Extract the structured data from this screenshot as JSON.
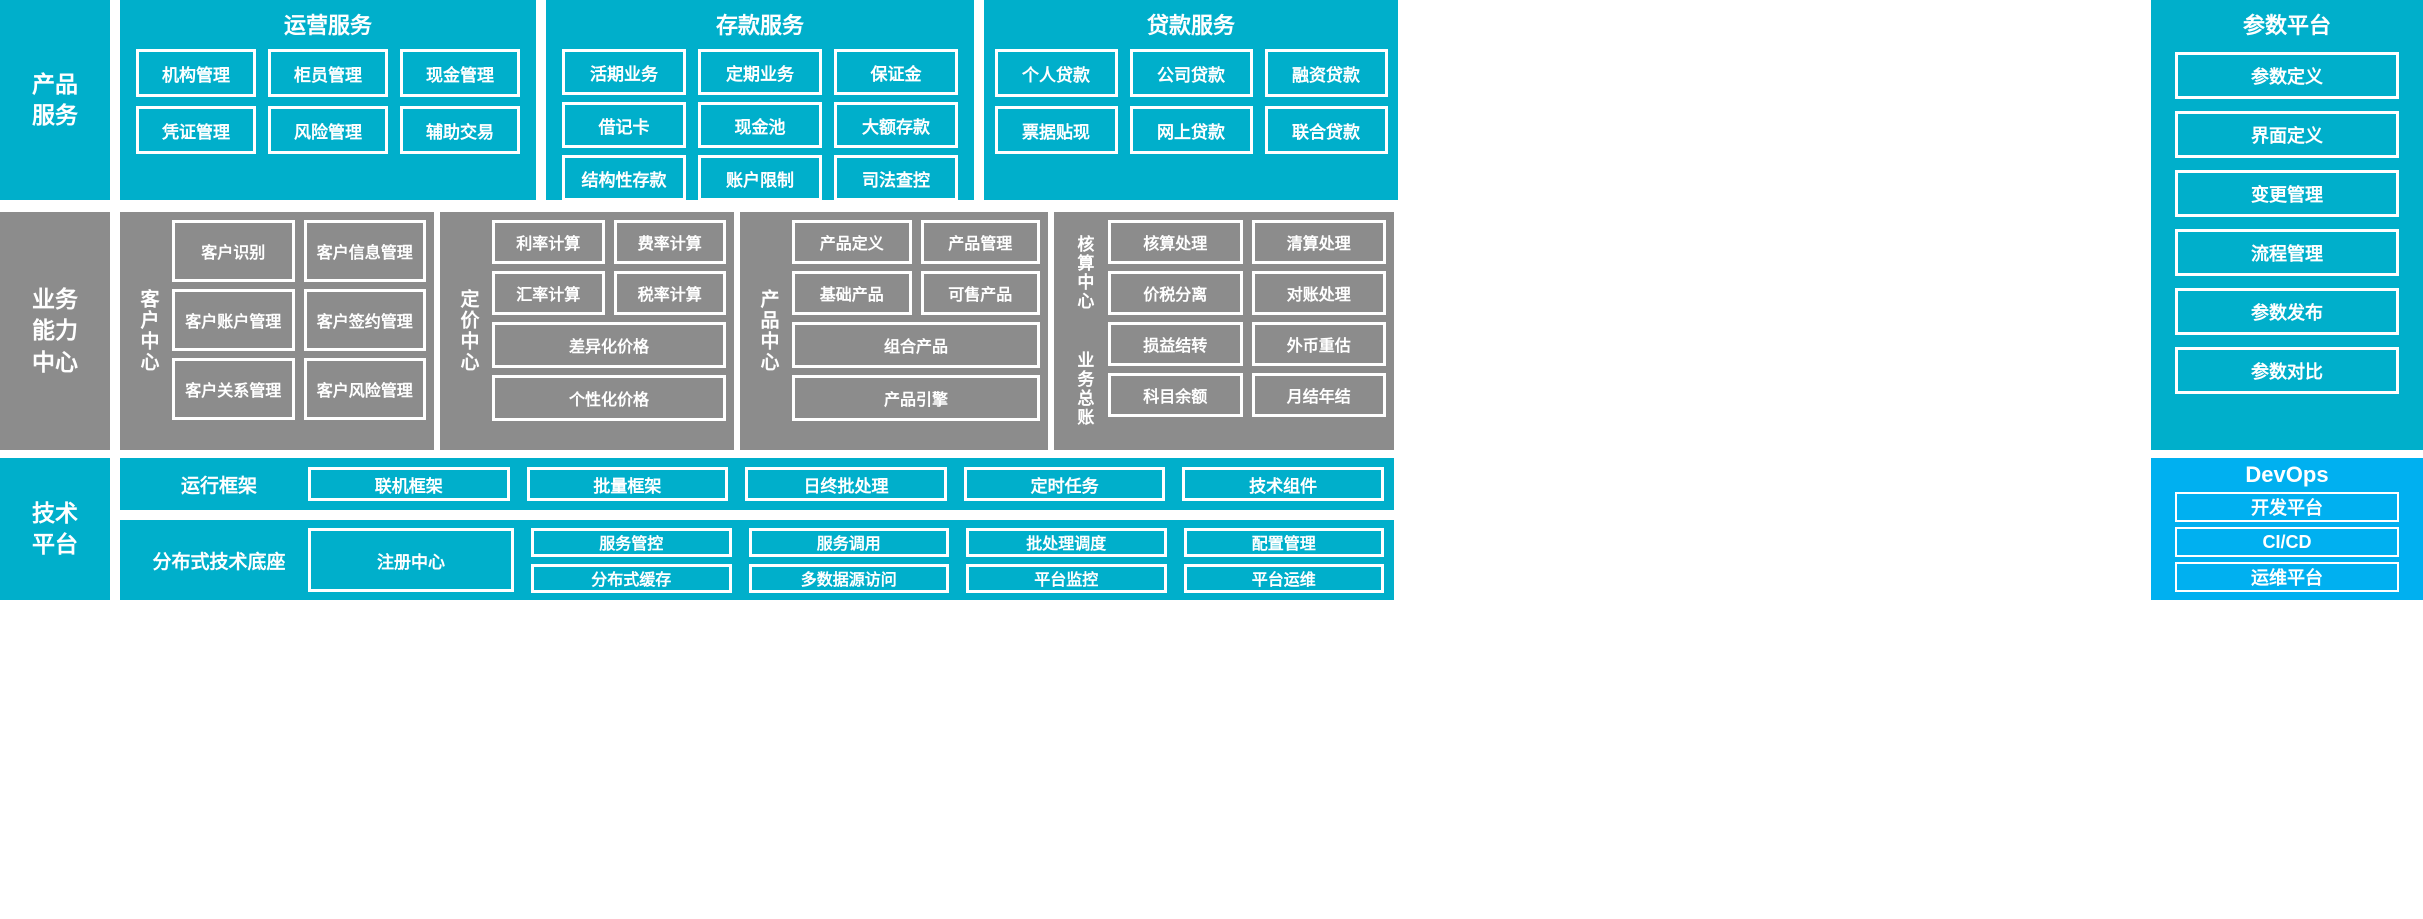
{
  "colors": {
    "cyan": "#00AFCB",
    "gray": "#8C8C8C",
    "devops_blue": "#00B0F0",
    "border": "#FFFFFF"
  },
  "rows": {
    "product_services": {
      "band_label": "产品\n服务",
      "groups": [
        {
          "title": "运营服务",
          "items": [
            "机构管理",
            "柜员管理",
            "现金管理",
            "凭证管理",
            "风险管理",
            "辅助交易"
          ]
        },
        {
          "title": "存款服务",
          "items": [
            "活期业务",
            "定期业务",
            "保证金",
            "借记卡",
            "现金池",
            "大额存款",
            "结构性存款",
            "账户限制",
            "司法查控"
          ]
        },
        {
          "title": "贷款服务",
          "items": [
            "个人贷款",
            "公司贷款",
            "融资贷款",
            "票据贴现",
            "网上贷款",
            "联合贷款"
          ]
        }
      ]
    },
    "business_capability": {
      "band_label": "业务\n能力\n中心",
      "centers": [
        {
          "label": "客户中心",
          "pairs": [
            [
              "客户识别",
              "客户信息管理"
            ],
            [
              "客户账户管理",
              "客户签约管理"
            ],
            [
              "客户关系管理",
              "客户风险管理"
            ]
          ],
          "wide": []
        },
        {
          "label": "定价中心",
          "pairs": [
            [
              "利率计算",
              "费率计算"
            ],
            [
              "汇率计算",
              "税率计算"
            ]
          ],
          "wide": [
            "差异化价格",
            "个性化价格"
          ]
        },
        {
          "label": "产品中心",
          "pairs": [
            [
              "产品定义",
              "产品管理"
            ],
            [
              "基础产品",
              "可售产品"
            ]
          ],
          "wide": [
            "组合产品",
            "产品引擎"
          ]
        },
        {
          "label": "核算中心",
          "label2": "业务总账",
          "pairs": [
            [
              "核算处理",
              "清算处理"
            ],
            [
              "价税分离",
              "对账处理"
            ],
            [
              "损益结转",
              "外币重估"
            ],
            [
              "科目余额",
              "月结年结"
            ]
          ],
          "wide": []
        }
      ]
    },
    "technical_platform": {
      "band_label": "技术\n平台",
      "strips": [
        {
          "label": "运行框架",
          "items": [
            "联机框架",
            "批量框架",
            "日终批处理",
            "定时任务",
            "技术组件"
          ]
        },
        {
          "label": "分布式技术底座",
          "feature": "注册中心",
          "row1": [
            "服务管控",
            "服务调用",
            "批处理调度",
            "配置管理"
          ],
          "row2": [
            "分布式缓存",
            "多数据源访问",
            "平台监控",
            "平台运维"
          ]
        }
      ]
    }
  },
  "side_columns": {
    "parameter_platform": {
      "title": "参数平台",
      "items": [
        "参数定义",
        "界面定义",
        "变更管理",
        "流程管理",
        "参数发布",
        "参数对比"
      ]
    },
    "devops": {
      "title": "DevOps",
      "items": [
        "开发平台",
        "CI/CD",
        "运维平台"
      ]
    }
  }
}
